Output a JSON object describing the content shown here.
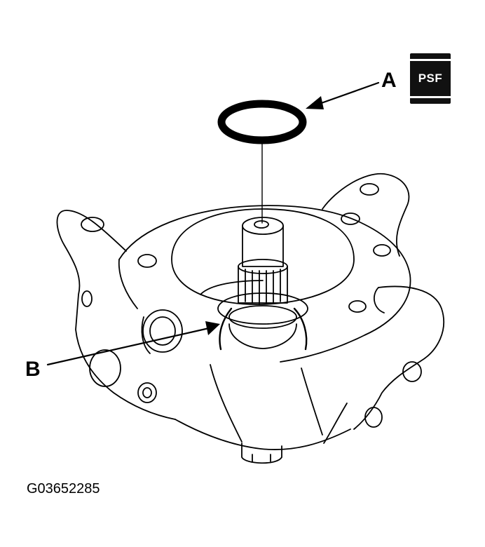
{
  "callouts": {
    "a": "A",
    "b": "B"
  },
  "badge": {
    "text": "PSF"
  },
  "figure_id": "G03652285",
  "colors": {
    "ink": "#000000",
    "paper": "#ffffff",
    "badge_bg": "#111111"
  }
}
